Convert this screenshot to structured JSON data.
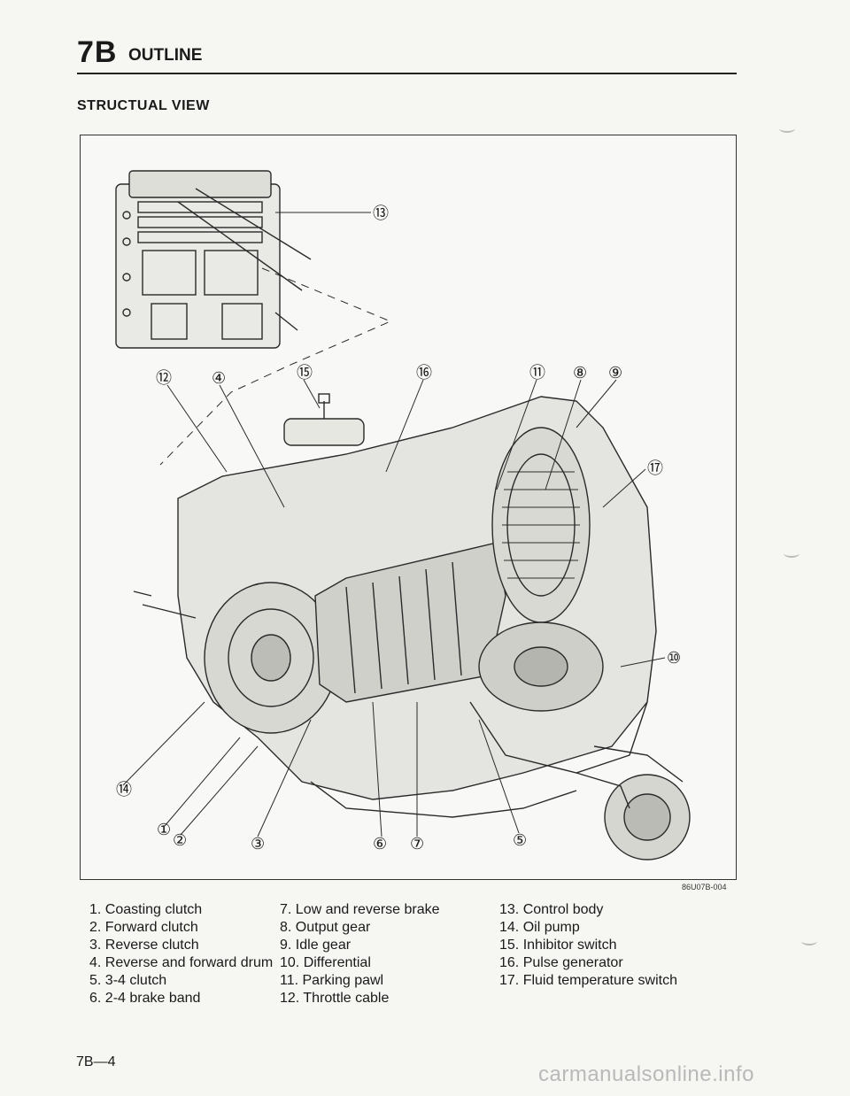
{
  "header": {
    "chapter": "7B",
    "title": "OUTLINE"
  },
  "section_title": "STRUCTUAL VIEW",
  "figure": {
    "code": "86U07B-004",
    "callouts": [
      {
        "n": "13",
        "label": "⑬"
      },
      {
        "n": "12",
        "label": "⑫"
      },
      {
        "n": "4",
        "label": "④"
      },
      {
        "n": "15",
        "label": "⑮"
      },
      {
        "n": "16",
        "label": "⑯"
      },
      {
        "n": "11",
        "label": "⑪"
      },
      {
        "n": "8",
        "label": "⑧"
      },
      {
        "n": "9",
        "label": "⑨"
      },
      {
        "n": "17",
        "label": "⑰"
      },
      {
        "n": "10",
        "label": "⑩"
      },
      {
        "n": "14",
        "label": "⑭"
      },
      {
        "n": "1",
        "label": "①"
      },
      {
        "n": "2",
        "label": "②"
      },
      {
        "n": "3",
        "label": "③"
      },
      {
        "n": "6",
        "label": "⑥"
      },
      {
        "n": "7",
        "label": "⑦"
      },
      {
        "n": "5",
        "label": "⑤"
      }
    ]
  },
  "legend": {
    "col1": [
      "1. Coasting clutch",
      "2. Forward clutch",
      "3. Reverse clutch",
      "4. Reverse and forward drum",
      "5. 3-4 clutch",
      "6. 2-4 brake band"
    ],
    "col2": [
      "7. Low and reverse brake",
      "8. Output gear",
      "9. Idle gear",
      "10. Differential",
      "11. Parking pawl",
      "12. Throttle cable"
    ],
    "col3": [
      "13. Control body",
      "14. Oil pump",
      "15. Inhibitor switch",
      "16. Pulse generator",
      "17. Fluid temperature switch"
    ]
  },
  "footer": {
    "page_number": "7B—4",
    "watermark": "carmanualsonline.info"
  }
}
